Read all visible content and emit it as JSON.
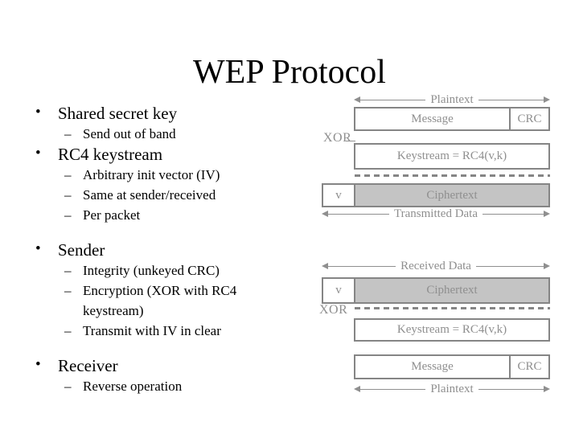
{
  "slide": {
    "title": "WEP Protocol",
    "bullets": [
      {
        "label": "Shared secret key",
        "subs": [
          "Send out of band"
        ]
      },
      {
        "label": "RC4 keystream",
        "subs": [
          "Arbitrary init vector (IV)",
          "Same at sender/received",
          "Per packet"
        ]
      },
      {
        "label": "Sender",
        "subs": [
          "Integrity (unkeyed CRC)",
          "Encryption (XOR with RC4 keystream)",
          "Transmit with IV in clear"
        ]
      },
      {
        "label": "Receiver",
        "subs": [
          "Reverse operation"
        ]
      }
    ]
  },
  "diagram": {
    "colors": {
      "line": "#858585",
      "text": "#8f8f8f",
      "cipher_fill": "#c4c4c4",
      "background": "#ffffff"
    },
    "encryption": {
      "plaintext_label": "Plaintext",
      "message_label": "Message",
      "crc_label": "CRC",
      "xor_label": "XOR",
      "keystream_label": "Keystream = RC4(v,k)",
      "iv_label": "v",
      "ciphertext_label": "Ciphertext",
      "transmitted_label": "Transmitted Data"
    },
    "decryption": {
      "received_label": "Received Data",
      "iv_label": "v",
      "ciphertext_label": "Ciphertext",
      "xor_label": "XOR",
      "keystream_label": "Keystream = RC4(v,k)",
      "message_label": "Message",
      "crc_label": "CRC",
      "plaintext_label": "Plaintext"
    }
  }
}
